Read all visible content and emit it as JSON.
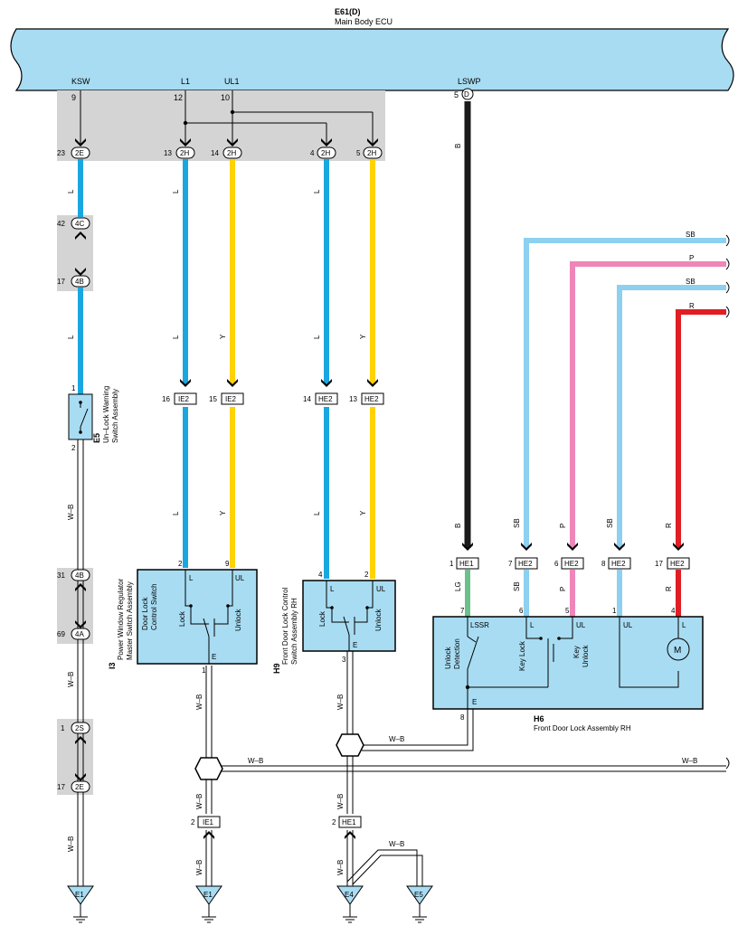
{
  "header": {
    "code": "E61(D)",
    "name": "Main Body ECU"
  },
  "ecu_pins": [
    {
      "id": "ksw",
      "name": "KSW",
      "num": "9"
    },
    {
      "id": "l1",
      "name": "L1",
      "num": "12"
    },
    {
      "id": "ul1",
      "name": "UL1",
      "num": "10"
    },
    {
      "id": "lswp",
      "name": "LSWP",
      "num": "5",
      "conn": "D"
    }
  ],
  "connectors": [
    {
      "id": "c-23-2e",
      "num": "23",
      "code": "2E"
    },
    {
      "id": "c-13-2h",
      "num": "13",
      "code": "2H"
    },
    {
      "id": "c-14-2h",
      "num": "14",
      "code": "2H"
    },
    {
      "id": "c-4-2h",
      "num": "4",
      "code": "2H"
    },
    {
      "id": "c-5-2h",
      "num": "5",
      "code": "2H"
    },
    {
      "id": "c-42-4c",
      "num": "42",
      "code": "4C"
    },
    {
      "id": "c-17-4b",
      "num": "17",
      "code": "4B"
    },
    {
      "id": "c-31-4b",
      "num": "31",
      "code": "4B"
    },
    {
      "id": "c-69-4a",
      "num": "69",
      "code": "4A"
    },
    {
      "id": "c-1-2s",
      "num": "1",
      "code": "2S"
    },
    {
      "id": "c-17-2e",
      "num": "17",
      "code": "2E"
    }
  ],
  "boxed_connectors": [
    {
      "id": "b-16-ie2",
      "num": "16",
      "code": "IE2"
    },
    {
      "id": "b-15-ie2",
      "num": "15",
      "code": "IE2"
    },
    {
      "id": "b-14-he2",
      "num": "14",
      "code": "HE2"
    },
    {
      "id": "b-13-he2",
      "num": "13",
      "code": "HE2"
    },
    {
      "id": "b-1-he1",
      "num": "1",
      "code": "HE1"
    },
    {
      "id": "b-7-he2",
      "num": "7",
      "code": "HE2"
    },
    {
      "id": "b-6-he2",
      "num": "6",
      "code": "HE2"
    },
    {
      "id": "b-8-he2",
      "num": "8",
      "code": "HE2"
    },
    {
      "id": "b-17-he2",
      "num": "17",
      "code": "HE2"
    },
    {
      "id": "b-2-ie1",
      "num": "2",
      "code": "IE1"
    },
    {
      "id": "b-2-he1",
      "num": "2",
      "code": "HE1"
    }
  ],
  "wire_colors": {
    "L": "#1aa7e0",
    "Y": "#ffd200",
    "B": "#1a1a1a",
    "LG": "#6cc08c",
    "SB": "#8dd0f0",
    "P": "#ee86b8",
    "R": "#e01e24",
    "W-B": "#ffffff"
  },
  "wire_labels": {
    "L": "L",
    "Y": "Y",
    "B": "B",
    "LG": "LG",
    "SB": "SB",
    "P": "P",
    "R": "R",
    "WB": "W–B"
  },
  "components": {
    "e5": {
      "code": "E5",
      "name1": "Un–Lock Warning",
      "name2": "Switch Assembly",
      "pin_top": "1",
      "pin_bottom": "2"
    },
    "i3": {
      "code": "I3",
      "name1": "Power Window Regulator",
      "name2": "Master Switch Assembly",
      "sub1": "Door Lock",
      "sub2": "Control Switch",
      "pin_l": "2",
      "pin_ul": "9",
      "pin_e": "1",
      "term_l": "L",
      "term_ul": "UL",
      "term_e": "E",
      "lock": "Lock",
      "unlock": "Unlock"
    },
    "h9": {
      "code": "H9",
      "name1": "Front Door Lock Control",
      "name2": "Switch Assembly RH",
      "pin_l": "4",
      "pin_ul": "2",
      "pin_e": "3",
      "term_l": "L",
      "term_ul": "UL",
      "term_e": "E",
      "lock": "Lock",
      "unlock": "Unlock"
    },
    "h6": {
      "code": "H6",
      "name": "Front Door Lock Assembly RH",
      "pins": [
        "7",
        "6",
        "5",
        "1",
        "4"
      ],
      "pin_e": "8",
      "terms": [
        "LSSR",
        "L",
        "UL",
        "UL",
        "L"
      ],
      "term_e": "E",
      "unlock_det1": "Unlock",
      "unlock_det2": "Detection",
      "key_lock": "Key Lock",
      "key_unlock1": "Key",
      "key_unlock2": "Unlock",
      "motor": "M"
    }
  },
  "grounds": [
    "E1",
    "E1",
    "E4",
    "E5"
  ]
}
